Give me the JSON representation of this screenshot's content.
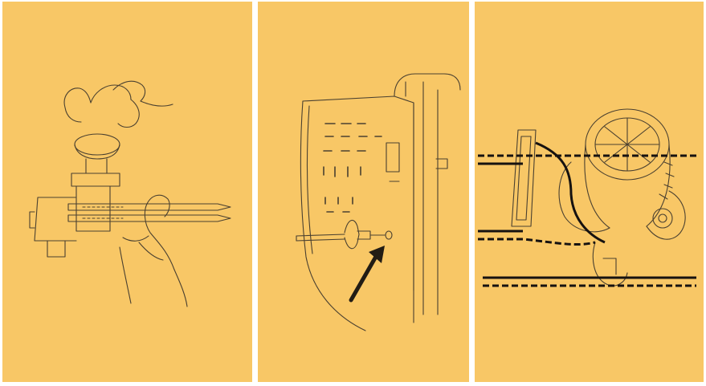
{
  "colors": {
    "background": "#f8c766",
    "line": "#4a4030",
    "rule": "#ffffff"
  },
  "panels": [
    {
      "illustration": "hand-holding-twin-needle"
    },
    {
      "illustration": "bobbin-winder-pin-arrow"
    },
    {
      "illustration": "thread-guide-tension-dial"
    }
  ]
}
